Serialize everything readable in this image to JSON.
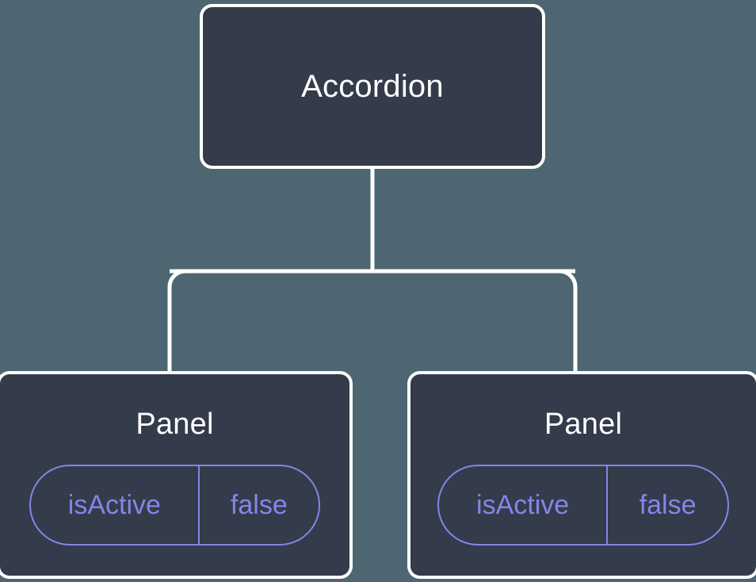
{
  "diagram": {
    "type": "component-tree",
    "title_visible": false,
    "background_color": "#4d6672",
    "node_fill_color": "#343b4a",
    "node_border_color": "#ffffff",
    "connector_color": "#ffffff",
    "accent_color": "#8187e8",
    "title_text_color": "#ffffff"
  },
  "root": {
    "id": "accordion",
    "label": "Accordion",
    "props": []
  },
  "children": [
    {
      "id": "panel-1",
      "label": "Panel",
      "props": [
        {
          "name": "isActive",
          "value": "false"
        }
      ]
    },
    {
      "id": "panel-2",
      "label": "Panel",
      "props": [
        {
          "name": "isActive",
          "value": "false"
        }
      ]
    }
  ],
  "edges": [
    {
      "from": "accordion",
      "to": "panel-1"
    },
    {
      "from": "accordion",
      "to": "panel-2"
    }
  ]
}
